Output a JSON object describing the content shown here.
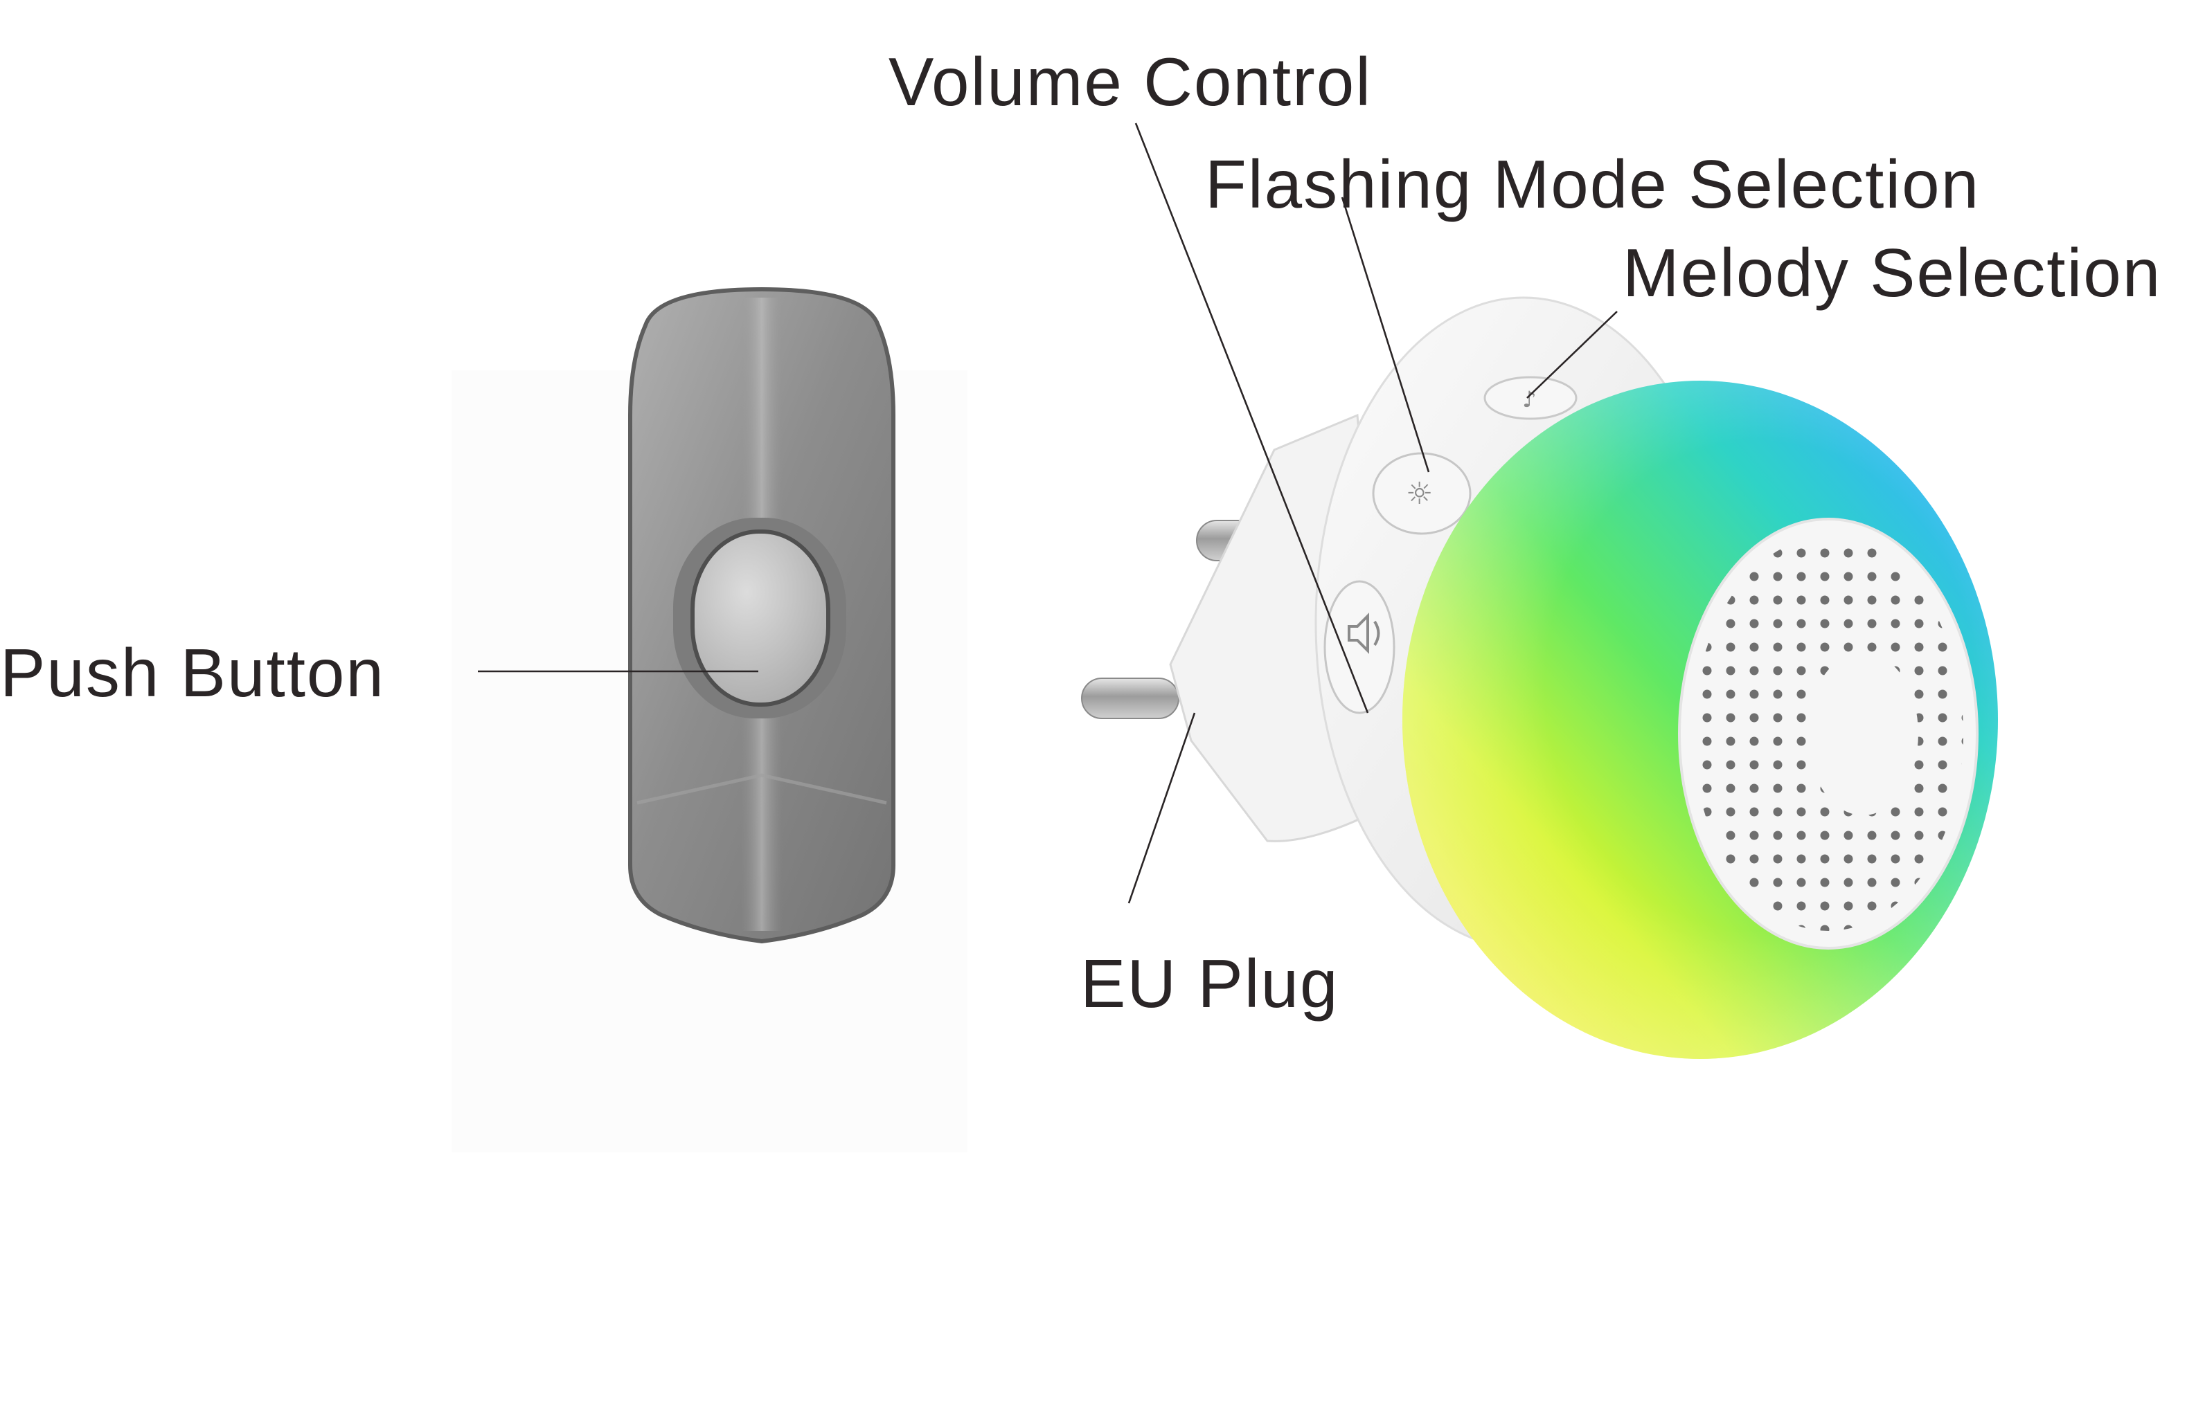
{
  "labels": {
    "volume_control": "Volume Control",
    "flashing_mode_selection": "Flashing Mode Selection",
    "melody_selection": "Melody Selection",
    "push_button": "Push Button",
    "eu_plug": "EU Plug"
  },
  "colors": {
    "label_text": "#2a2526",
    "leader_line": "#2a2526",
    "transmitter_body": "#8c8c8c",
    "transmitter_button": "#c9c9c9",
    "receiver_body": "#f1f1f1",
    "plug_pins": "#b5b5b5",
    "rgb_ring": [
      "#ffee22",
      "#a8f03a",
      "#39e07a",
      "#2fc6ee",
      "#c44ee8"
    ]
  },
  "icons": {
    "receiver_buttons": [
      "music-note-icon",
      "sun-flash-icon",
      "speaker-volume-icon"
    ],
    "receiver_grille": "speaker-grille-icon"
  }
}
